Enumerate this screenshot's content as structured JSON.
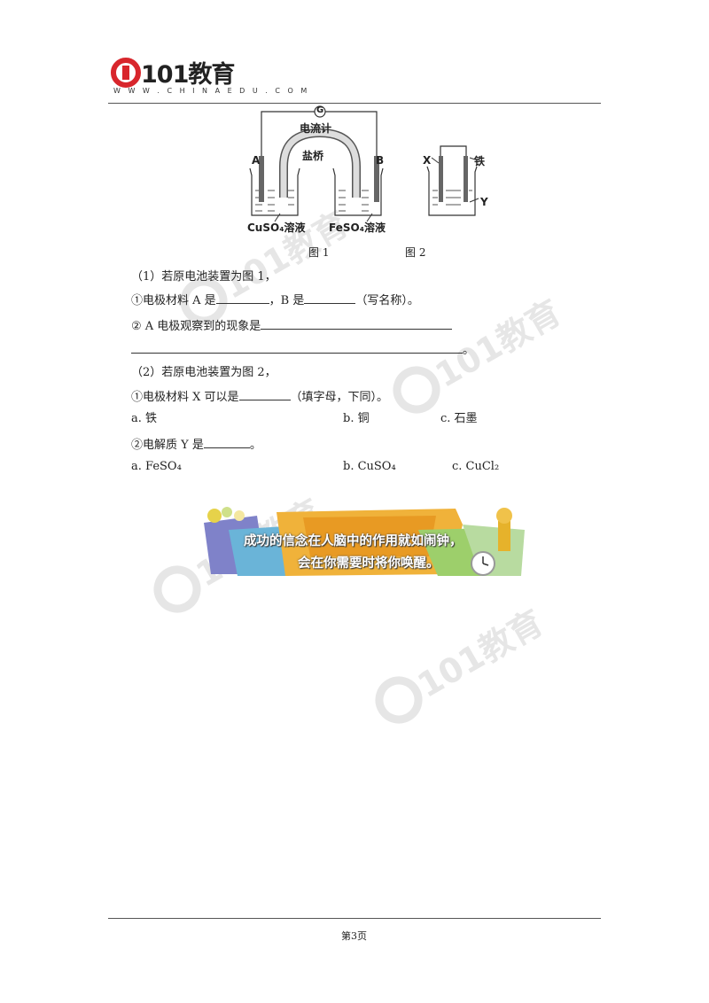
{
  "header": {
    "logo_text": "101教育",
    "logo_url": "W W W . C H I N A E D U . C O M"
  },
  "figure": {
    "galvanometer": "G",
    "galvanometer_label": "电流计",
    "salt_bridge_label": "盐桥",
    "electrode_a": "A",
    "electrode_b": "B",
    "solution_left": "CuSO₄溶液",
    "solution_right": "FeSO₄溶液",
    "electrode_x": "X",
    "iron_label": "铁",
    "electrolyte_y": "Y",
    "caption_1": "图 1",
    "caption_2": "图 2"
  },
  "questions": {
    "q1_intro": "（1）若原电池装置为图 1，",
    "q1_a_prefix": "①电极材料 A 是",
    "q1_a_mid": "，B 是",
    "q1_a_suffix": "（写名称）。",
    "q1_b_prefix": "② A 电极观察到的现象是",
    "q1_b_end": "。",
    "q2_intro": "（2）若原电池装置为图 2，",
    "q2_a_prefix": "①电极材料 X 可以是",
    "q2_a_suffix": "（填字母，下同）。",
    "opt_a1": "a. 铁",
    "opt_b1": "b. 铜",
    "opt_c1": "c. 石墨",
    "q2_b_prefix": "②电解质 Y 是",
    "q2_b_suffix": "。",
    "opt_a2": "a. FeSO₄",
    "opt_b2": "b. CuSO₄",
    "opt_c2": "c. CuCl₂"
  },
  "banner": {
    "line1": "成功的信念在人脑中的作用就如闹钟，",
    "line2": "会在你需要时将你唤醒。"
  },
  "footer": {
    "page": "第3页"
  }
}
